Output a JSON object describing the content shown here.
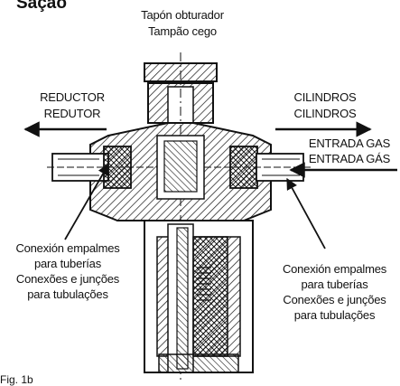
{
  "heading": "Sação",
  "labels": {
    "plug_es": "Tapón obturador",
    "plug_pt": "Tampão cego",
    "reducer_es": "REDUCTOR",
    "reducer_pt": "REDUTOR",
    "cyl_es": "CILINDROS",
    "cyl_pt": "CILINDROS",
    "gas_es": "ENTRADA GAS",
    "gas_pt": "ENTRADA GÁS",
    "left_conn": [
      "Conexión empalmes",
      "para tuberías",
      "Conexões e junções",
      "para tubulações"
    ],
    "right_conn": [
      "Conexión empalmes",
      "para tuberías",
      "Conexões e junções",
      "para tubulações"
    ]
  },
  "figure_caption": "Fig. 1b",
  "colors": {
    "ink": "#111111",
    "paper": "#ffffff"
  }
}
